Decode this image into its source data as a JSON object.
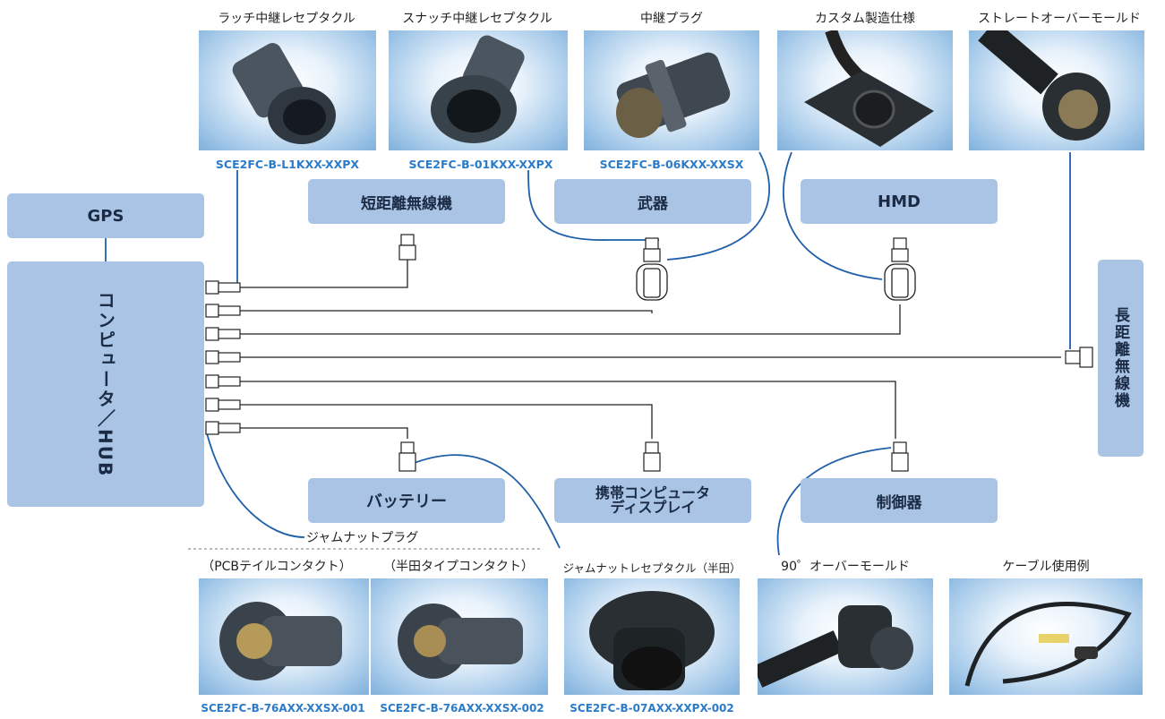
{
  "top_products": [
    {
      "caption": "ラッチ中継レセプタクル",
      "part": "SCE2FC-B-L1KXX-XXPX"
    },
    {
      "caption": "スナッチ中継レセプタクル",
      "part": "SCE2FC-B-01KXX-XXPX"
    },
    {
      "caption": "中継プラグ",
      "part": "SCE2FC-B-06KXX-XXSX"
    },
    {
      "caption": "カスタム製造仕様",
      "part": ""
    },
    {
      "caption": "ストレートオーバーモールド",
      "part": ""
    }
  ],
  "devices": {
    "gps": "GPS",
    "computer_hub": "コンピュータ／HUB",
    "short_radio": "短距離無線機",
    "weapon": "武器",
    "hmd": "HMD",
    "long_radio": "長距離無線機",
    "battery": "バッテリー",
    "portable_display": "携帯コンピュータ ディスプレイ",
    "controller": "制御器"
  },
  "bottom_labels": {
    "jam_nut_plug": "ジャムナットプラグ",
    "pcb_contact": "（PCBテイルコンタクト）",
    "solder_contact": "（半田タイプコンタクト）",
    "jam_nut_receptacle": "ジャムナットレセプタクル（半田）",
    "overmold_90": "90゜オーバーモールド",
    "cable_example": "ケーブル使用例"
  },
  "bottom_parts": [
    "SCE2FC-B-76AXX-XXSX-001",
    "SCE2FC-B-76AXX-XXSX-002",
    "SCE2FC-B-07AXX-XXPX-002"
  ],
  "colors": {
    "accent_blue": "#2b7bc9",
    "box_fill": "#a9c4e4",
    "cable_line": "#1f5fa8"
  }
}
